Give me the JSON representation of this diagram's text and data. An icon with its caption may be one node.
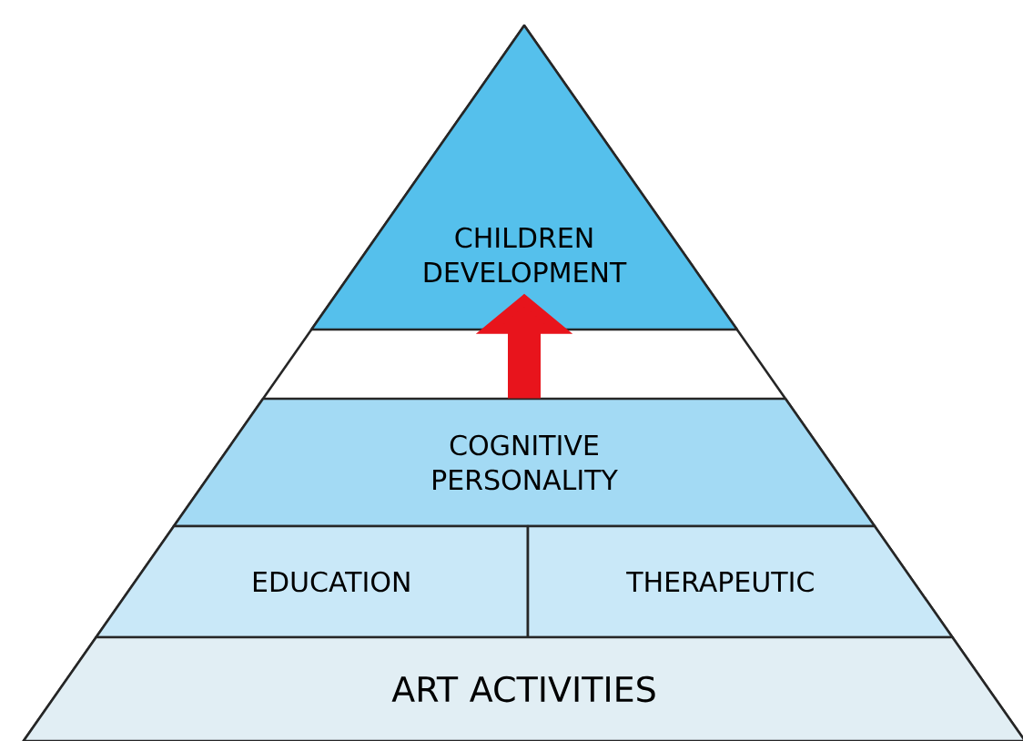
{
  "diagram": {
    "nodes": [
      {
        "text": [
          "CHILDREN DEVELOPMENT"
        ]
      },
      {
        "text": [
          "COGNITIVE PERSONALITY"
        ]
      },
      {
        "text": [
          "EDUCATION"
        ]
      },
      {
        "text": [
          "THERAPEUTIC"
        ]
      },
      {
        "text": [
          "ART ACTIVITIES"
        ]
      }
    ],
    "edges": [
      {
        "from": 1,
        "to": 0,
        "arrow": "to"
      }
    ]
  }
}
